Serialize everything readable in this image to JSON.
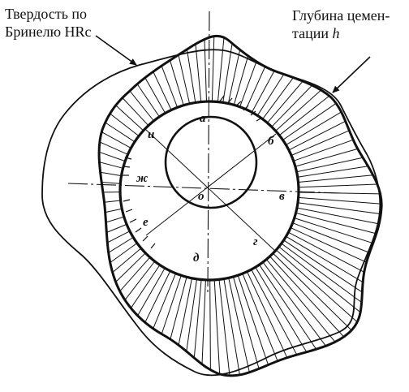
{
  "labels": {
    "hardness_line1": "Твердость по",
    "hardness_line2": "Бринелю HRc",
    "depth_line1": "Глубина цемен-",
    "depth_line2_text": "тации ",
    "depth_line2_var": "h"
  },
  "points": {
    "a": "а",
    "b": "б",
    "v": "в",
    "g": "г",
    "d": "д",
    "e": "е",
    "zh": "ж",
    "i": "и",
    "o": "о"
  }
}
